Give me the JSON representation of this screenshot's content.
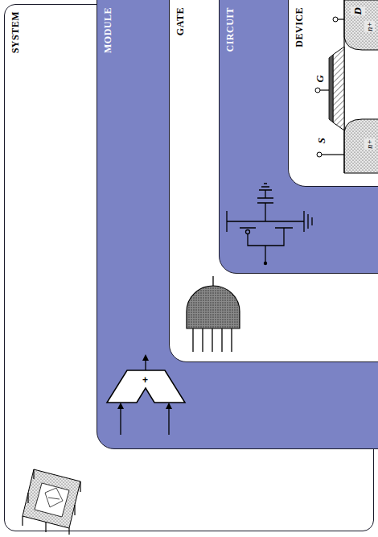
{
  "diagram": {
    "nodes": [
      {
        "text": [
          "SYSTEM"
        ]
      },
      {
        "text": [
          "MODULE"
        ],
        "in": 0
      },
      {
        "text": [
          "GATE"
        ],
        "in": 1
      },
      {
        "text": [
          "CIRCUIT"
        ],
        "in": 2
      },
      {
        "text": [
          "DEVICE"
        ],
        "in": 3
      }
    ],
    "labels": [
      "+",
      "G",
      "S",
      "D",
      "n+",
      "n+"
    ]
  }
}
